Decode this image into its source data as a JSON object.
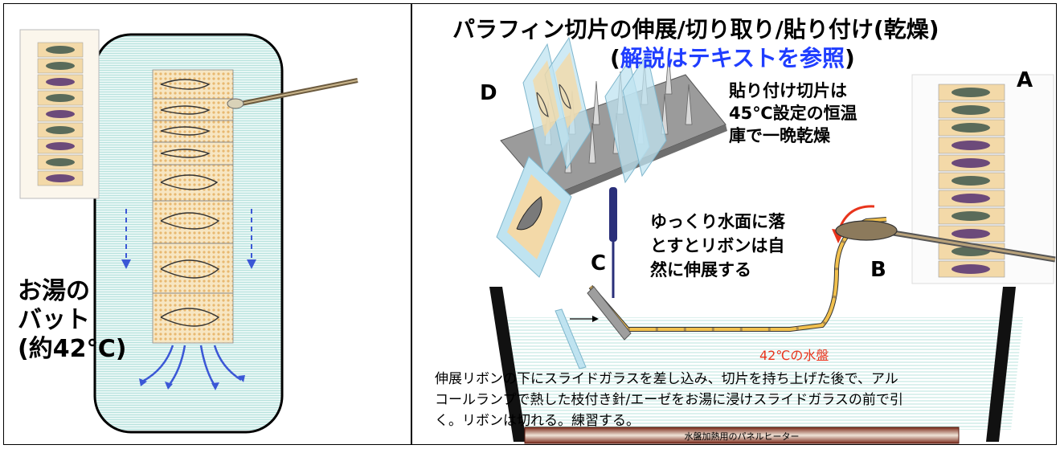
{
  "left_panel": {
    "bath_label_line1": "お湯の",
    "bath_label_line2": "バット",
    "bath_label_line3": "(約42℃)"
  },
  "right_panel": {
    "title": "パラフィン切片の伸展/切り取り/貼り付け(乾燥)",
    "subtitle_open": "(",
    "subtitle_link": "解説はテキストを参照",
    "subtitle_close": ")",
    "label_a": "A",
    "label_b": "B",
    "label_c": "C",
    "label_d": "D",
    "drying_note_line1": "貼り付け切片は",
    "drying_note_line2": "45℃設定の恒温",
    "drying_note_line3": "庫で一晩乾燥",
    "float_note_line1": "ゆっくり水面に落",
    "float_note_line2": "とすとリボンは自",
    "float_note_line3": "然に伸展する",
    "water_bath_label": "42℃の水盤",
    "instruction_line1": "伸展リボンの下にスライドガラスを差し込み、切片を持ち上げた後で、アル",
    "instruction_line2": "コールランプで熱した枝付き針/エーゼをお湯に浸けスライドガラスの前で引",
    "instruction_line3": "く。リボンは切れる。練習する。",
    "heater_label": "水盤加熱用のパネルヒーター"
  },
  "colors": {
    "bath_fill": "#dff4f2",
    "section_fill": "#f3d9a8",
    "glass": "#bfe3f0",
    "ribbon": "#f2c14e",
    "arrow_blue": "#3b57d6",
    "arrow_red": "#e8341c",
    "link_blue": "#1f3dff"
  }
}
